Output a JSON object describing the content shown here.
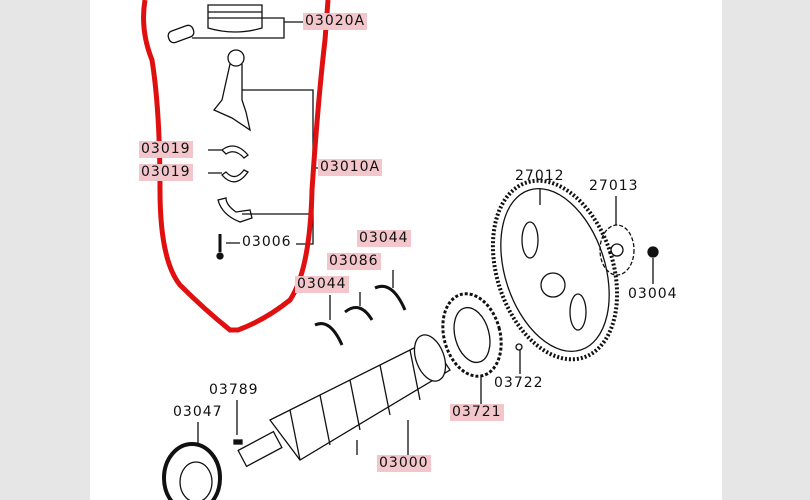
{
  "labels": [
    {
      "id": "03020A",
      "highlighted": true
    },
    {
      "id": "03019",
      "highlighted": true
    },
    {
      "id": "03019",
      "highlighted": true
    },
    {
      "id": "03010A",
      "highlighted": true
    },
    {
      "id": "03006",
      "highlighted": false
    },
    {
      "id": "03044",
      "highlighted": true
    },
    {
      "id": "03086",
      "highlighted": true
    },
    {
      "id": "03044",
      "highlighted": true
    },
    {
      "id": "27012",
      "highlighted": false
    },
    {
      "id": "27013",
      "highlighted": false
    },
    {
      "id": "03004",
      "highlighted": false
    },
    {
      "id": "03722",
      "highlighted": false
    },
    {
      "id": "03721",
      "highlighted": true
    },
    {
      "id": "03789",
      "highlighted": false
    },
    {
      "id": "03047",
      "highlighted": false
    },
    {
      "id": "03000",
      "highlighted": true
    }
  ],
  "colors": {
    "highlight": "#f3c6cc",
    "annotation": "#e01010",
    "background": "#e6e6e6"
  }
}
